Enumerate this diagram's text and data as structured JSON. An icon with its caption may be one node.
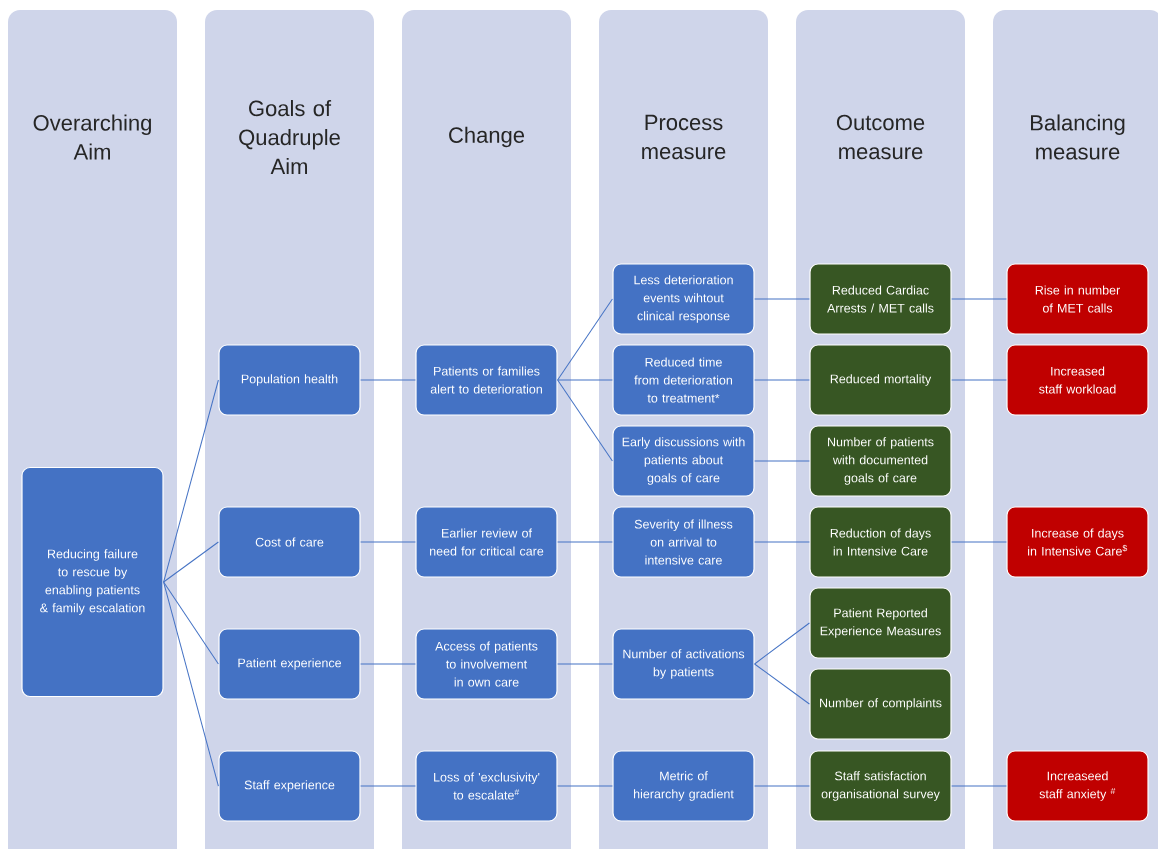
{
  "diagram": {
    "nodes": [
      {
        "text": [
          "Overarching Aim"
        ]
      },
      {
        "text": [
          "Reducing failure to rescue by enabling patients & family escalation"
        ],
        "in": 0
      },
      {
        "text": [
          "Goals of Quadruple Aim"
        ]
      },
      {
        "text": [
          "Population health"
        ],
        "in": 2
      },
      {
        "text": [
          "Cost of care"
        ],
        "in": 2
      },
      {
        "text": [
          "Patient experience"
        ],
        "in": 2
      },
      {
        "text": [
          "Staff experience"
        ],
        "in": 2
      },
      {
        "text": [
          "Change"
        ]
      },
      {
        "text": [
          "Patients or families alert to deterioration"
        ],
        "in": 7
      },
      {
        "text": [
          "Earlier review of need for critical care"
        ],
        "in": 7
      },
      {
        "text": [
          "Access of patients to involvement in own care"
        ],
        "in": 7
      },
      {
        "text": [
          "Loss of 'exclusivity' to escalate$^{#}$"
        ],
        "in": 7
      },
      {
        "text": [
          "Process measure"
        ]
      },
      {
        "text": [
          "Less deterioration events wihtout clinical response"
        ],
        "in": 12
      },
      {
        "text": [
          "Reduced time from deterioration to treatment*"
        ],
        "in": 12
      },
      {
        "text": [
          "Early discussions with patients about goals of care"
        ],
        "in": 12
      },
      {
        "text": [
          "Severity of illness on arrival to intensive care"
        ],
        "in": 12
      },
      {
        "text": [
          "Number of activations by patients"
        ],
        "in": 12
      },
      {
        "text": [
          "Metric of hierarchy gradient"
        ],
        "in": 12
      },
      {
        "text": [
          "Outcome measure"
        ]
      },
      {
        "text": [
          "Reduced Cardiac Arrests / MET calls"
        ],
        "in": 19
      },
      {
        "text": [
          "Reduced mortality"
        ],
        "in": 19
      },
      {
        "text": [
          "Number of patients with documented goals of care"
        ],
        "in": 19
      },
      {
        "text": [
          "Reduction of days in Intensive Care"
        ],
        "in": 19
      },
      {
        "text": [
          "Patient Reported Experience Measures"
        ],
        "in": 19
      },
      {
        "text": [
          "Number of complaints"
        ],
        "in": 19
      },
      {
        "text": [
          "Staff satisfaction organisational survey"
        ],
        "in": 19
      },
      {
        "text": [
          "Balancing measure"
        ]
      },
      {
        "text": [
          "Rise in number of MET calls"
        ],
        "in": 27
      },
      {
        "text": [
          "Increased staff workload"
        ],
        "in": 27
      },
      {
        "text": [
          "Increase of days in Intensive Care$^{$}$"
        ],
        "in": 27
      },
      {
        "text": [
          "Increaseed staff anxiety $^{#}$"
        ],
        "in": 27
      }
    ],
    "edges": [
      {
        "from": 1,
        "to": 3,
        "arrow": "none"
      },
      {
        "from": 1,
        "to": 4,
        "arrow": "none"
      },
      {
        "from": 1,
        "to": 5,
        "arrow": "none"
      },
      {
        "from": 1,
        "to": 6,
        "arrow": "none"
      },
      {
        "from": 3,
        "to": 8,
        "arrow": "none"
      },
      {
        "from": 4,
        "to": 9,
        "arrow": "none"
      },
      {
        "from": 5,
        "to": 10,
        "arrow": "none"
      },
      {
        "from": 6,
        "to": 11,
        "arrow": "none"
      },
      {
        "from": 8,
        "to": 13,
        "arrow": "none"
      },
      {
        "from": 8,
        "to": 14,
        "arrow": "none"
      },
      {
        "from": 8,
        "to": 15,
        "arrow": "none"
      },
      {
        "from": 9,
        "to": 16,
        "arrow": "none"
      },
      {
        "from": 10,
        "to": 17,
        "arrow": "none"
      },
      {
        "from": 11,
        "to": 18,
        "arrow": "none"
      },
      {
        "from": 13,
        "to": 20,
        "arrow": "none"
      },
      {
        "from": 14,
        "to": 21,
        "arrow": "none"
      },
      {
        "from": 15,
        "to": 22,
        "arrow": "none"
      },
      {
        "from": 16,
        "to": 23,
        "arrow": "none"
      },
      {
        "from": 17,
        "to": 24,
        "arrow": "none"
      },
      {
        "from": 17,
        "to": 25,
        "arrow": "none"
      },
      {
        "from": 18,
        "to": 26,
        "arrow": "none"
      },
      {
        "from": 20,
        "to": 28,
        "arrow": "none"
      },
      {
        "from": 21,
        "to": 29,
        "arrow": "none"
      },
      {
        "from": 23,
        "to": 30,
        "arrow": "none"
      },
      {
        "from": 26,
        "to": 31,
        "arrow": "none"
      }
    ]
  }
}
